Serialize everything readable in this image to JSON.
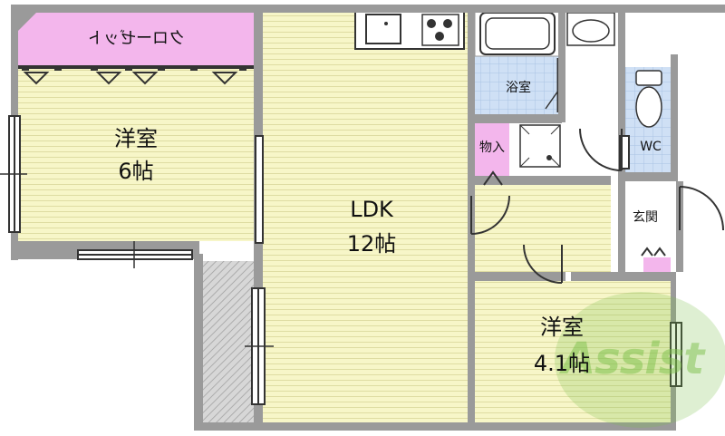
{
  "rooms": {
    "western_room_6": {
      "name": "洋室",
      "size": "6帖"
    },
    "ldk": {
      "name": "LDK",
      "size": "12帖"
    },
    "western_room_4": {
      "name": "洋室",
      "size": "4.1帖"
    },
    "bath": {
      "name": "浴室"
    },
    "storage": {
      "name": "物入"
    },
    "wc": {
      "name": "WC"
    },
    "entrance": {
      "name": "玄関"
    },
    "closet": {
      "name": "クローゼット"
    }
  },
  "watermark": {
    "text": "Assist"
  },
  "colors": {
    "wall": "#9a9a9a",
    "floor": "#f7f6c8",
    "wet_area": "#cfe0f5",
    "closet": "#f3b6ec",
    "balcony": "#cfcfcf",
    "watermark": "#7cc04a"
  }
}
